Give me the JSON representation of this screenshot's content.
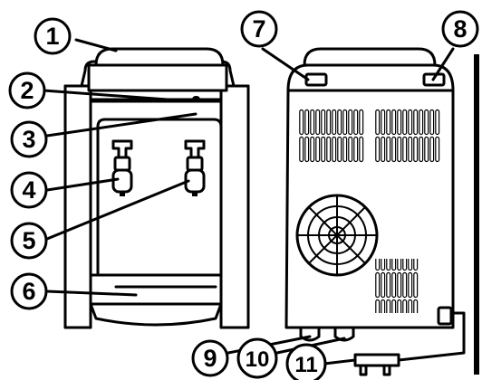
{
  "callouts": [
    {
      "id": "c1",
      "label": "1"
    },
    {
      "id": "c2",
      "label": "2"
    },
    {
      "id": "c3",
      "label": "3"
    },
    {
      "id": "c4",
      "label": "4"
    },
    {
      "id": "c5",
      "label": "5"
    },
    {
      "id": "c6",
      "label": "6"
    },
    {
      "id": "c7",
      "label": "7"
    },
    {
      "id": "c8",
      "label": "8"
    },
    {
      "id": "c9",
      "label": "9"
    },
    {
      "id": "c10",
      "label": "10"
    },
    {
      "id": "c11",
      "label": "11"
    }
  ],
  "colors": {
    "ink": "#000000",
    "paper": "#ffffff"
  }
}
